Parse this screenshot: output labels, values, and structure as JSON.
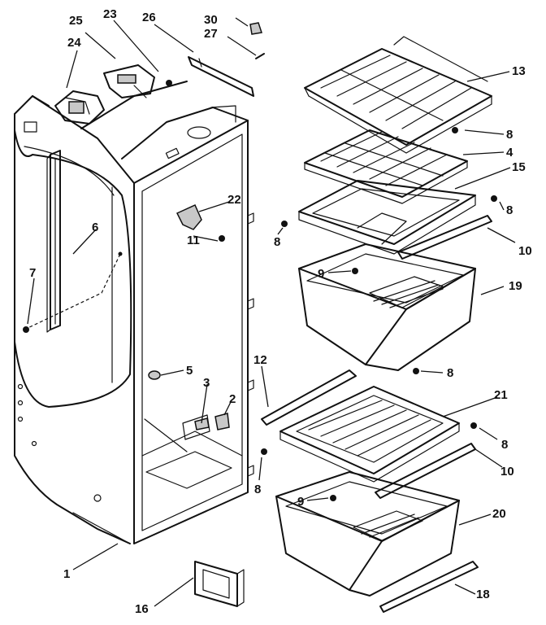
{
  "callouts": {
    "c1": "1",
    "c2": "2",
    "c3": "3",
    "c4": "4",
    "c5": "5",
    "c6": "6",
    "c7": "7",
    "c8a": "8",
    "c8b": "8",
    "c8c": "8",
    "c8d": "8",
    "c8e": "8",
    "c8f": "8",
    "c9a": "9",
    "c9b": "9",
    "c10a": "10",
    "c10b": "10",
    "c11": "11",
    "c12": "12",
    "c13": "13",
    "c15": "15",
    "c16": "16",
    "c18": "18",
    "c19": "19",
    "c20": "20",
    "c21": "21",
    "c22": "22",
    "c23": "23",
    "c24": "24",
    "c25": "25",
    "c26": "26",
    "c27": "27",
    "c30": "30"
  }
}
